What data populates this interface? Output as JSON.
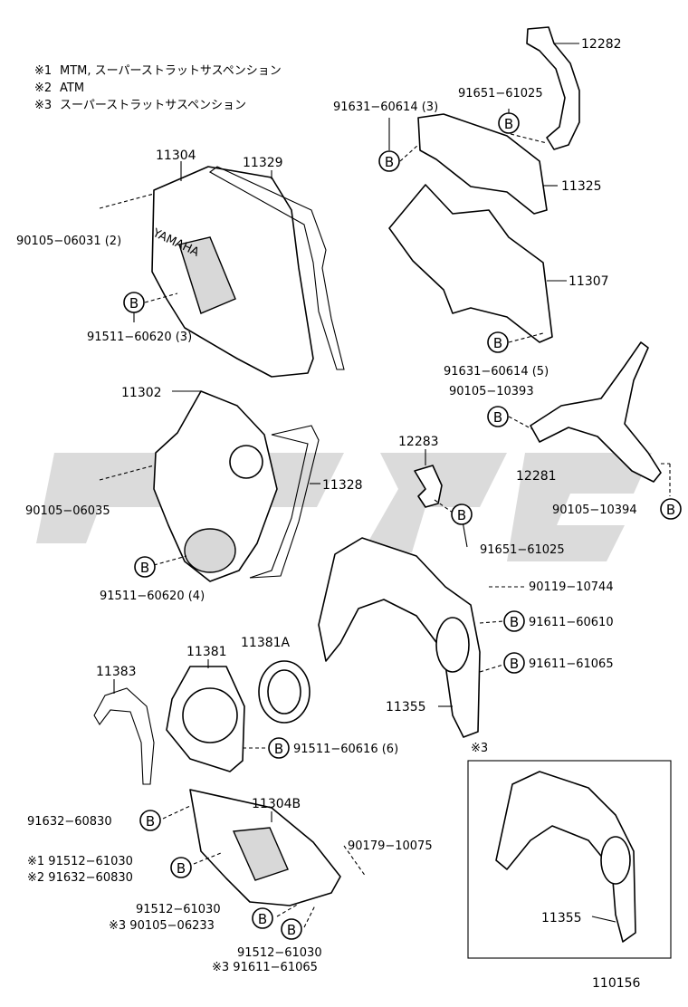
{
  "notes": [
    {
      "mark": "※1",
      "text": "MTM, スーパーストラットサスペンション"
    },
    {
      "mark": "※2",
      "text": "ATM"
    },
    {
      "mark": "※3",
      "text": "スーパーストラットサスペンション"
    }
  ],
  "callout_symbol": "B",
  "inset_mark": "※3",
  "diagram_number": "110156",
  "cover_logo_text": "YAMAHA",
  "part_labels": {
    "p12282": "12282",
    "p91651_61025_top": "91651−61025",
    "p91631_60614_3": "91631−60614 (3)",
    "p11325": "11325",
    "p11304": "11304",
    "p11329": "11329",
    "p90105_06031": "90105−06031 (2)",
    "p11307": "11307",
    "p91511_60620_3": "91511−60620 (3)",
    "p91631_60614_5": "91631−60614 (5)",
    "p90105_10393": "90105−10393",
    "p11302": "11302",
    "p12283": "12283",
    "p12281": "12281",
    "p11328": "11328",
    "p90105_06035": "90105−06035",
    "p90105_10394": "90105−10394",
    "p91651_61025_mid": "91651−61025",
    "p91511_60620_4": "91511−60620 (4)",
    "p90119_10744": "90119−10744",
    "p91611_60610": "91611−60610",
    "p11381": "11381",
    "p11381A": "11381A",
    "p11383": "11383",
    "p91611_61065": "91611−61065",
    "p11355": "11355",
    "p91511_60616_6": "91511−60616 (6)",
    "p91632_60830_a": "91632−60830",
    "p11304B": "11304B",
    "p90179_10075": "90179−10075",
    "p91512_61030_a": "※1 91512−61030",
    "p91632_60830_b": "※2 91632−60830",
    "p91512_61030_b": "91512−61030",
    "p90105_06233": "※3 90105−06233",
    "p91512_61030_c": "91512−61030",
    "p91611_61065_b": "※3 91611−61065",
    "p11355_inset": "11355"
  }
}
